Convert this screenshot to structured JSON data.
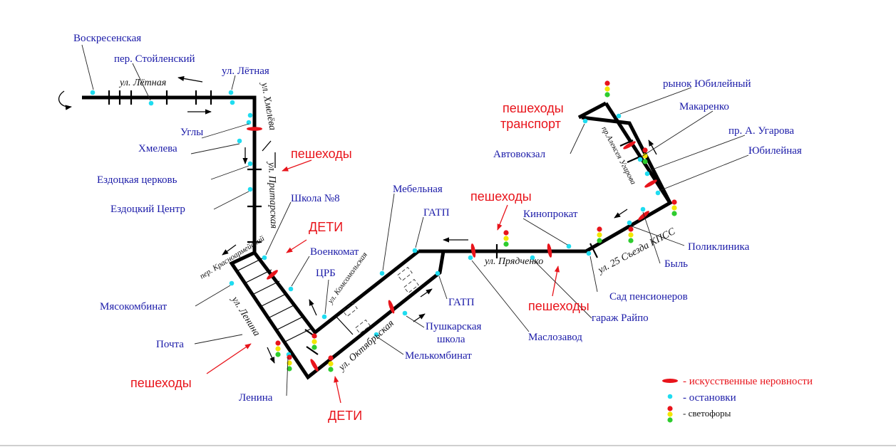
{
  "colors": {
    "route": "#000000",
    "stop": "#1fdcf0",
    "bump": "#e8141b",
    "stop_label": "#1a1aa8",
    "warning": "#e8141b",
    "light_red": "#e8141b",
    "light_yellow": "#f2e600",
    "light_green": "#2ecc2e"
  },
  "stops": {
    "voskresenskaya": "Воскресенская",
    "stoylensky": "пер. Стойленский",
    "letnaya": "ул. Лётная",
    "ugly": "Углы",
    "hmeleva": "Хмелева",
    "ezdotskaya_tserkov": "Ездоцкая церковь",
    "ezdotsky_tsentr": "Ездоцкий Центр",
    "shkola8": "Школа №8",
    "voenkomat": "Военкомат",
    "tsrb": "ЦРБ",
    "myasokombinat": "Мясокомбинат",
    "pochta": "Почта",
    "lenina": "Ленина",
    "mebelnaya": "Мебельная",
    "gatp1": "ГАТП",
    "gatp2": "ГАТП",
    "pushkarskaya_shkola_1": "Пушкарская",
    "pushkarskaya_shkola_2": "школа",
    "melkombinat": "Мелькомбинат",
    "maslozavod": "Маслозавод",
    "kinoprokat": "Кинопрокат",
    "sad_pensionerov": "Сад пенсионеров",
    "garazh_raypo": "гараж Райпо",
    "poliklinika": "Поликлиника",
    "byl": "Быль",
    "yubileynaya": "Юбилейная",
    "ugarova": "пр. А. Угарова",
    "makarenko": "Макаренко",
    "rynok_yubileyny": "рынок Юбилейный",
    "avtovokzal": "Автовокзал"
  },
  "streets": {
    "letnaya": "ул. Лётная",
    "hmeleva": "ул. Хмелёва",
    "pritarskaya": "ул. Притарская",
    "krasnoarmeysky": "пер. Красноармейский",
    "lenina": "ул. Ленина",
    "komsomolskaya": "ул. Комсомольская",
    "oktyabrskaya": "ул. Октябрьская",
    "pryadchenko": "ул. Прядченко",
    "s25": "ул. 25 Съезда КПСС",
    "ugarova": "пр.Алексея Угарова"
  },
  "warnings": {
    "peshehody_1": "пешеходы",
    "deti_1": "ДЕТИ",
    "peshehody_2": "пешеходы",
    "peshehody_3": "пешеходы",
    "deti_2": "ДЕТИ",
    "peshehody_4": "пешеходы",
    "transport_1": "пешеходы",
    "transport_2": "транспорт"
  },
  "legend": {
    "bumps": "- искусственные неровности",
    "stops": "- остановки",
    "lights": "- светофоры"
  }
}
